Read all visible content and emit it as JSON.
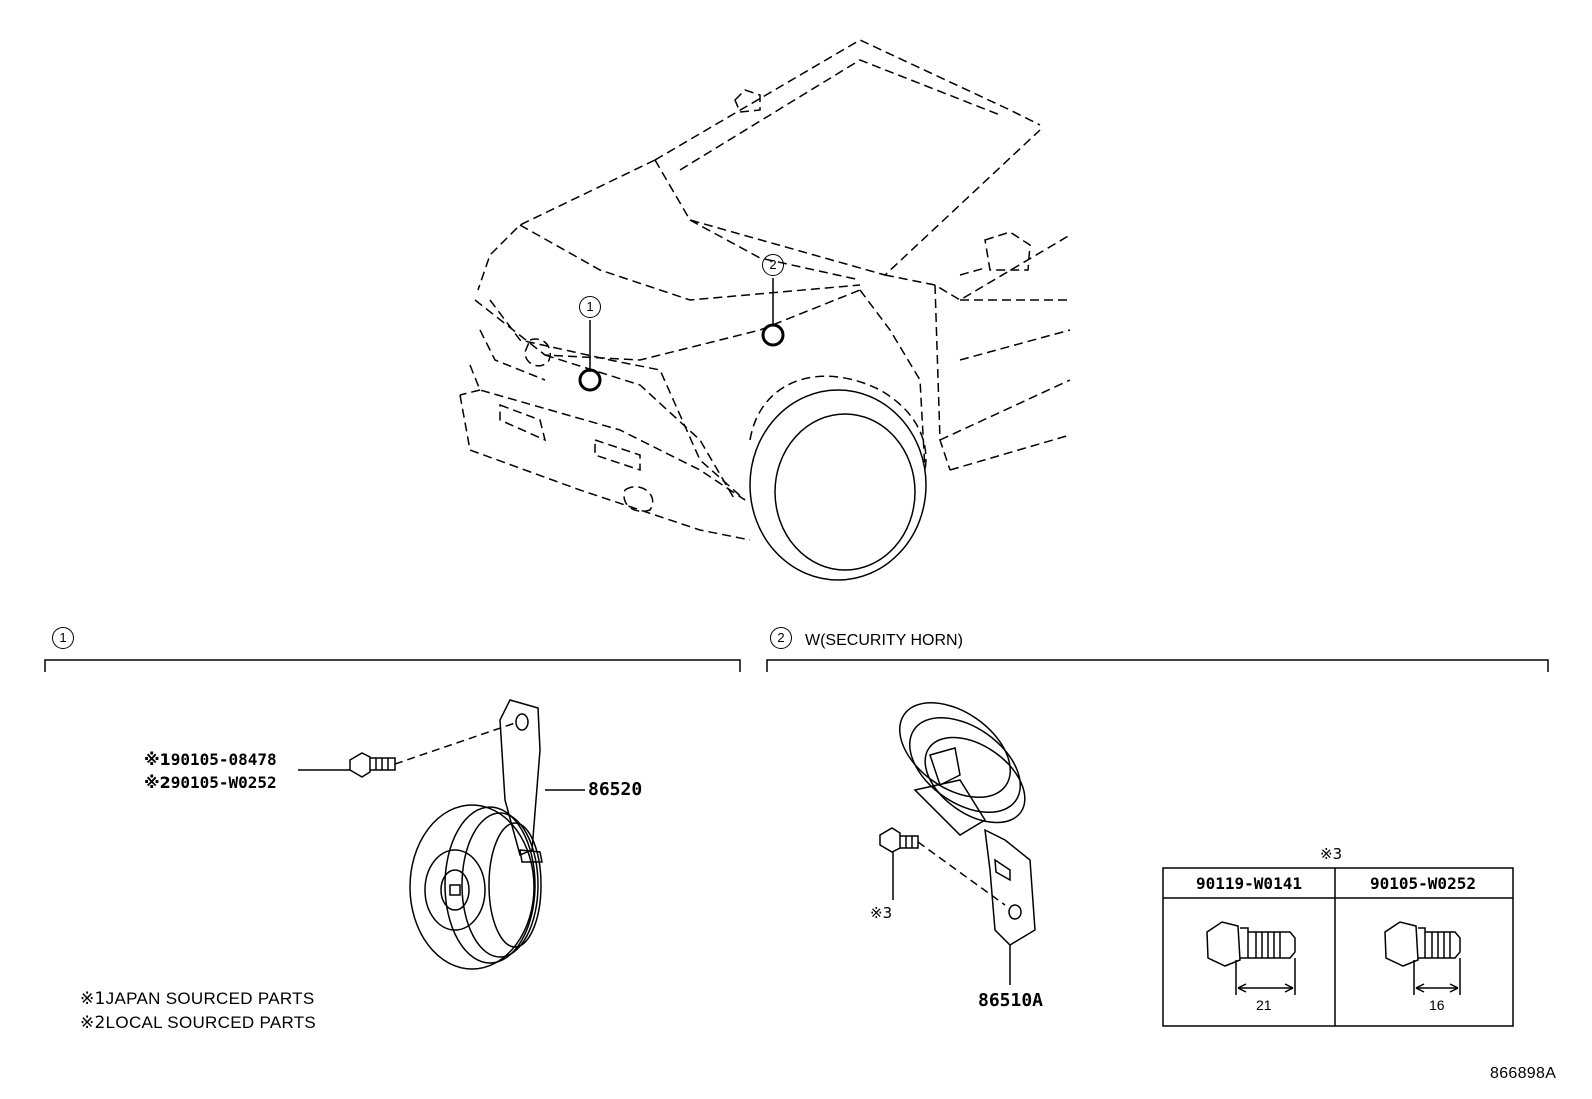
{
  "callouts": [
    {
      "id": "1",
      "label": "1"
    },
    {
      "id": "2",
      "label": "2"
    }
  ],
  "section1": {
    "number": "1",
    "title": ""
  },
  "section2": {
    "number": "2",
    "title": "W(SECURITY HORN)"
  },
  "parts": {
    "bolt_1": {
      "mark": "※1",
      "number": "90105-08478"
    },
    "bolt_2": {
      "mark": "※2",
      "number": "90105-W0252"
    },
    "horn_86520": "86520",
    "horn_86510A": "86510A",
    "bolt_ref_3": "※3"
  },
  "notes": [
    {
      "mark": "※1",
      "text": "JAPAN SOURCED PARTS"
    },
    {
      "mark": "※2",
      "text": "LOCAL SOURCED PARTS"
    }
  ],
  "bolt_table": {
    "heading": "※3",
    "columns": [
      {
        "part_number": "90119-W0141",
        "length": "21"
      },
      {
        "part_number": "90105-W0252",
        "length": "16"
      }
    ]
  },
  "diagram_id": "866898A"
}
